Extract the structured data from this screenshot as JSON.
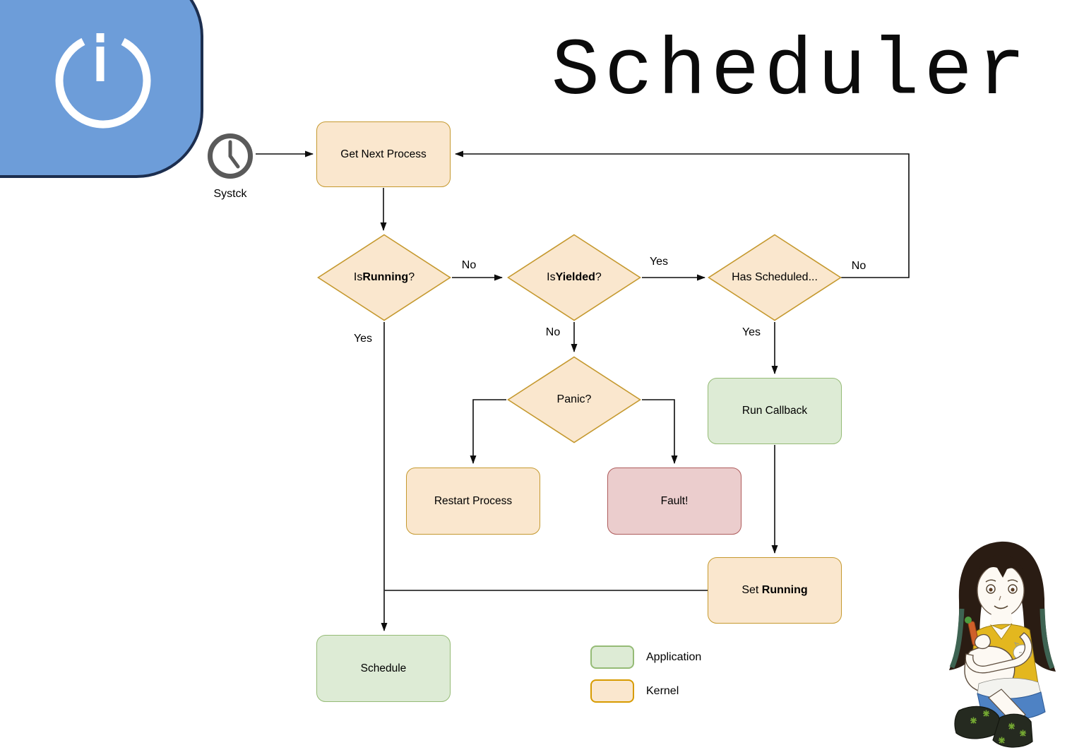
{
  "title": "Scheduler",
  "clock": {
    "label": "Systck"
  },
  "nodes": {
    "get_next_process": {
      "label": "Get Next Process"
    },
    "is_running": {
      "prefix": "Is ",
      "bold": "Running",
      "suffix": "?"
    },
    "is_yielded": {
      "prefix": "Is ",
      "bold": "Yielded",
      "suffix": "?"
    },
    "has_scheduled": {
      "label": "Has Scheduled..."
    },
    "panic": {
      "label": "Panic?"
    },
    "restart_process": {
      "label": "Restart Process"
    },
    "fault": {
      "label": "Fault!"
    },
    "run_callback": {
      "label": "Run Callback"
    },
    "set_running": {
      "prefix": "Set ",
      "bold": "Running",
      "suffix": ""
    },
    "schedule": {
      "label": "Schedule"
    }
  },
  "edge_labels": {
    "running_no": "No",
    "running_yes": "Yes",
    "yielded_yes": "Yes",
    "yielded_no": "No",
    "scheduled_no": "No",
    "scheduled_yes": "Yes"
  },
  "legend": {
    "application": "Application",
    "kernel": "Kernel"
  },
  "icons": {
    "logo": "power-icon",
    "timer": "clock-icon"
  },
  "colors": {
    "kernel_fill": "#FAE7CE",
    "kernel_border": "#C5992F",
    "application_fill": "#DDEBD5",
    "application_border": "#95BB76",
    "fault_fill": "#EBCDCD",
    "fault_border": "#AE5B5B",
    "logo_blue": "#6D9DD9",
    "logo_border": "#1C2E4F",
    "clock_gray": "#5A5A5A",
    "line": "#0D0D0D"
  }
}
